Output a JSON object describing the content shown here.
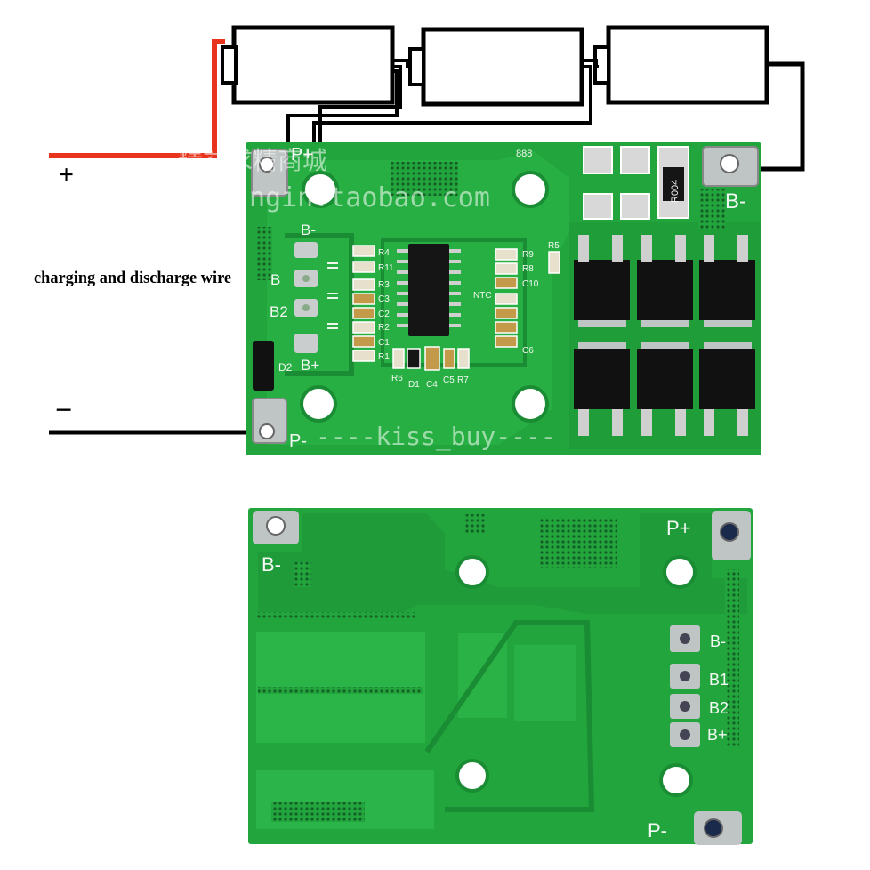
{
  "annotations": {
    "plus_sign": "+",
    "minus_sign": "−",
    "wire_label": "charging and discharge wire"
  },
  "board_top": {
    "label_p_plus": "P+",
    "label_b_minus_right": "B-",
    "label_b_minus_left": "B-",
    "label_b1": "B",
    "label_b2": "B2",
    "label_b_plus": "B+",
    "label_p_minus": "P-",
    "label_d2": "D2",
    "resistor_code": "R004",
    "chip_code": "888",
    "component_labels_left": [
      "R4",
      "R11",
      "R3",
      "C3",
      "C2",
      "R2",
      "C1",
      "R1"
    ],
    "component_labels_right": [
      "R9",
      "R8",
      "C10",
      "NTC",
      "C6"
    ],
    "component_labels_bottom": [
      "R6",
      "D1",
      "C4",
      "C5",
      "R7"
    ],
    "component_label_r5": "R5"
  },
  "board_bottom": {
    "label_p_plus": "P+",
    "label_b_minus_top": "B-",
    "label_b_minus_side": "B-",
    "label_b1": "B1",
    "label_b2": "B2",
    "label_b_plus": "B+",
    "label_p_minus": "P-"
  },
  "watermarks": {
    "top_cn": "精益求精商城",
    "top_url": "ngin.taobao.com",
    "bottom_strip": "----kiss_buy----"
  },
  "colors": {
    "pcb_green": "#23a53e",
    "pcb_dark": "#17802c",
    "wire_red": "#e8341c",
    "wire_black": "#000000",
    "pad_silver": "#bfc4c4"
  }
}
